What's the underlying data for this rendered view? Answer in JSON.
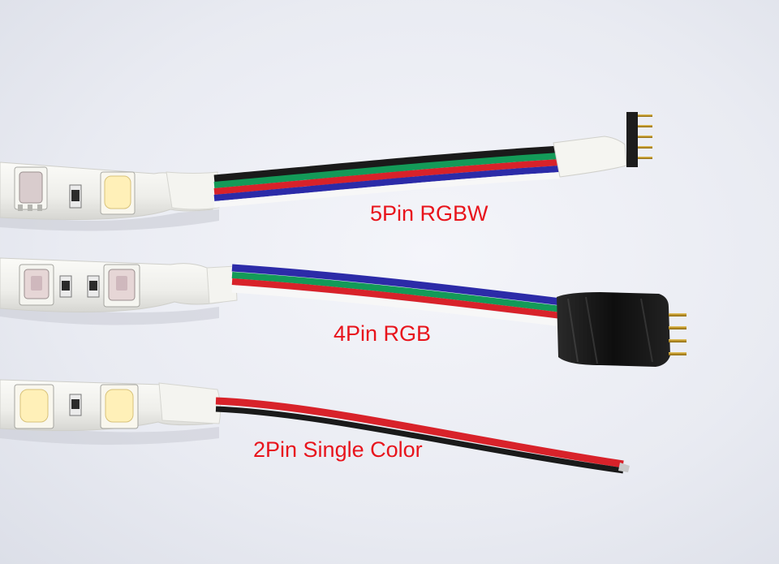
{
  "labels": {
    "five_pin": "5Pin RGBW",
    "four_pin": "4Pin RGB",
    "two_pin": "2Pin Single Color"
  },
  "colors": {
    "label_text": "#e8141c",
    "wire_black": "#1a1a1a",
    "wire_green": "#139a58",
    "wire_red": "#d8222a",
    "wire_blue": "#2c2ba8",
    "wire_white": "#f7f7f7",
    "strip": "#f2f2ef",
    "led_warm": "#fff0b8",
    "led_rgb": "#e8d8d6",
    "connector_black": "#151515",
    "pin_gold": "#c9a23a"
  },
  "icons": [
    "led-chip-icon",
    "resistor-icon",
    "connector-pin-icon"
  ]
}
